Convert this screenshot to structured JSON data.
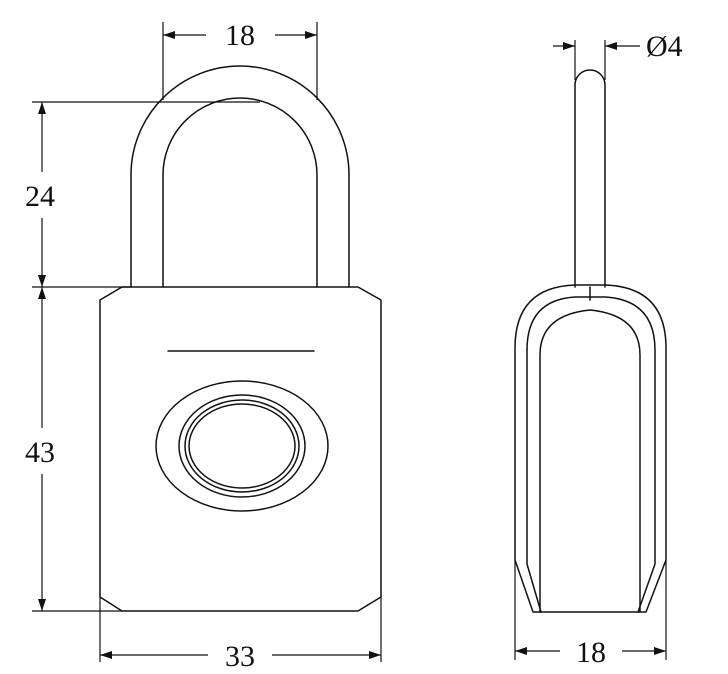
{
  "dimensions": {
    "shackle_inner_width": "18",
    "shackle_height": "24",
    "body_height": "43",
    "body_width": "33",
    "side_thickness": "18",
    "shackle_diameter": "Ø4"
  }
}
